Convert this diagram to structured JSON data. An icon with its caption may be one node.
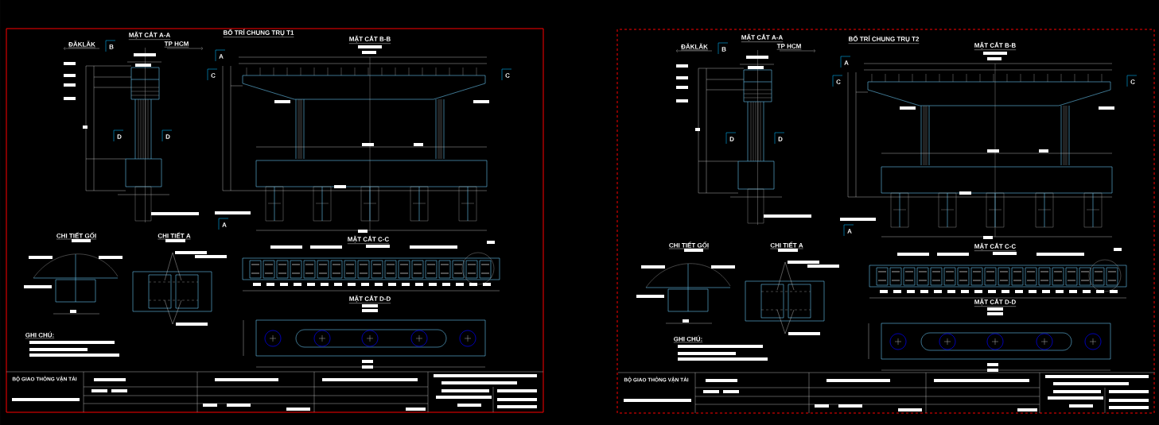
{
  "diagram": {
    "labels": [
      "MẶT CẮT A-A",
      "BỐ TRÍ CHUNG TRỤ T1",
      "ĐĂKLĂK",
      "B",
      "TP HCM",
      "MẶT CẮT B-B",
      "A",
      "C",
      "C",
      "D",
      "D",
      "A",
      "CHI TIẾT GỐI",
      "CHI TIẾT A",
      "MẶT CẮT C-C",
      "MẶT CẮT D-D",
      "GHI CHÚ:",
      "BỘ GIAO THÔNG VẬN TẢI",
      "MẶT CẮT A-A",
      "BỐ TRÍ CHUNG TRỤ T2",
      "ĐĂKLĂK",
      "B",
      "TP HCM",
      "MẶT CẮT B-B",
      "A",
      "C",
      "C",
      "D",
      "D",
      "A",
      "CHI TIẾT GỐI",
      "CHI TIẾT A",
      "MẶT CẮT C-C",
      "MẶT CẮT D-D",
      "GHI CHÚ:",
      "BỘ GIAO THÔNG VẬN TẢI"
    ]
  }
}
